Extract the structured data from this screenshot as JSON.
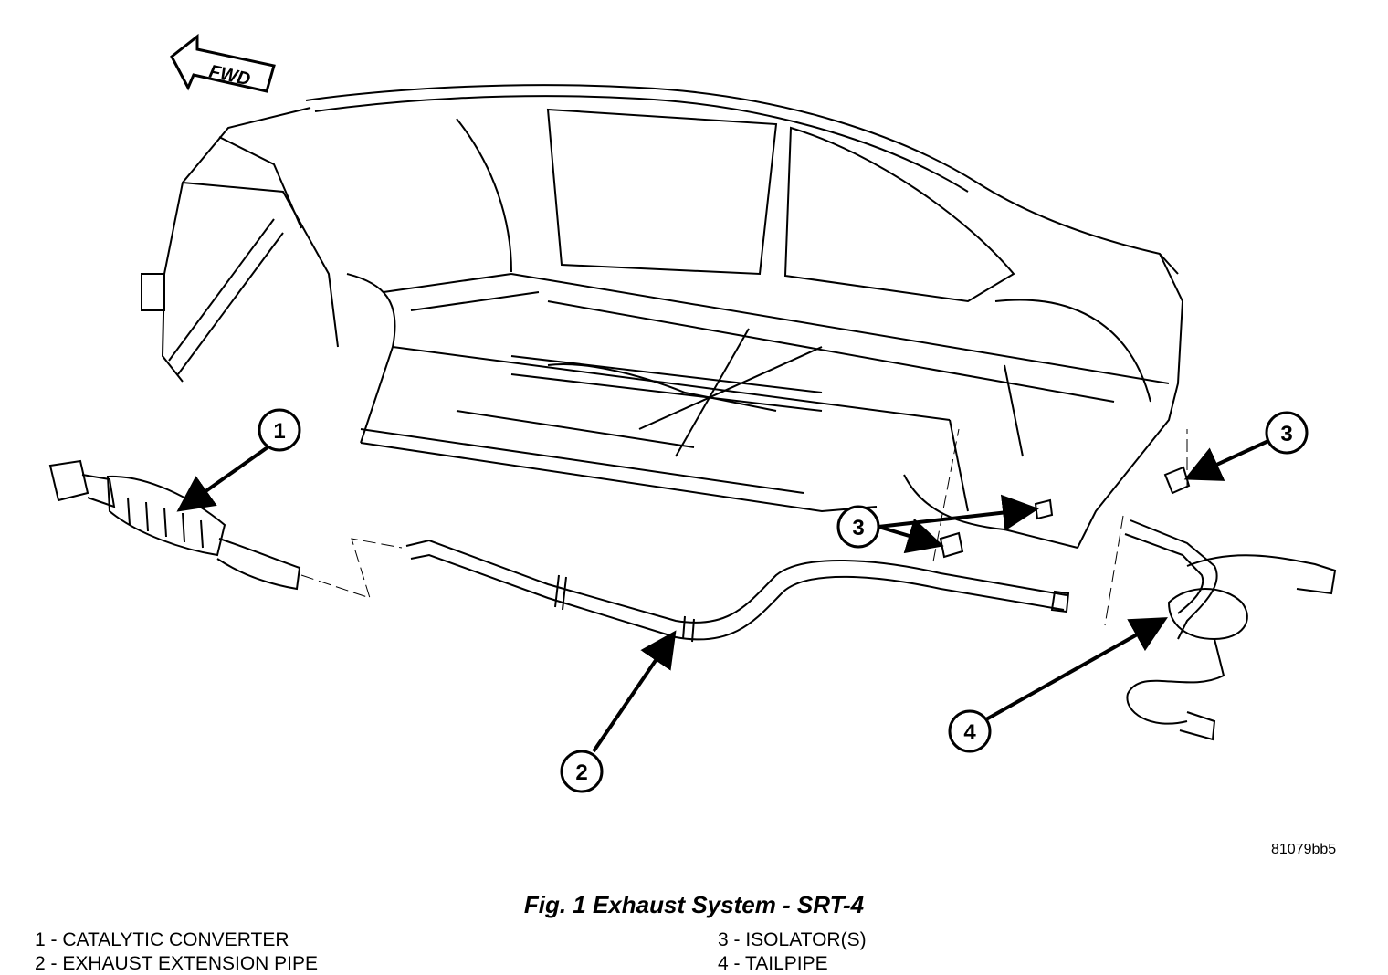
{
  "forward_label": "FWD",
  "callouts": [
    "1",
    "2",
    "3",
    "3",
    "4"
  ],
  "image_code": "81079bb5",
  "caption": "Fig. 1 Exhaust System - SRT-4",
  "legend": [
    "1 - CATALYTIC CONVERTER",
    "2 - EXHAUST EXTENSION PIPE",
    "3 - ISOLATOR(S)",
    "4 - TAILPIPE"
  ]
}
